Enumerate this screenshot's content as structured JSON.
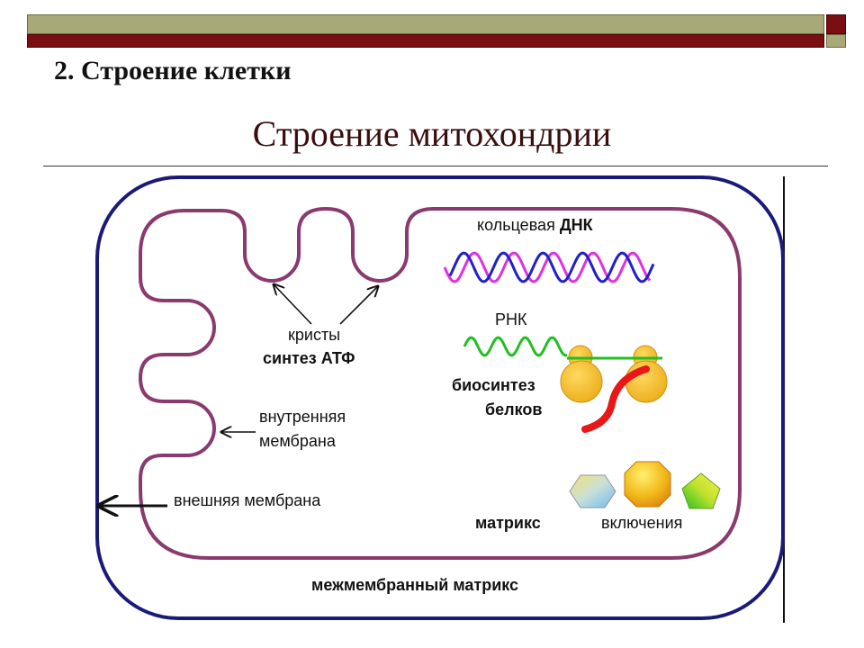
{
  "slide": {
    "heading": "2. Строение клетки",
    "title": "Строение митохондрии"
  },
  "labels": {
    "dna": {
      "prefix": "кольцевая ",
      "bold": "ДНК"
    },
    "rna": "РНК",
    "cristae": "кристы",
    "atp_synthesis": "синтез АТФ",
    "protein_biosynthesis_line1": "биосинтез",
    "protein_biosynthesis_line2": "белков",
    "inner_membrane_line1": "внутренняя",
    "inner_membrane_line2": "мембрана",
    "outer_membrane": "внешняя мембрана",
    "matrix": "матрикс",
    "inclusions": "включения",
    "intermembrane_matrix": "межмембранный матрикс"
  },
  "colors": {
    "theme_olive": "#a8a878",
    "theme_maroon": "#7a0e12",
    "outer_membrane": "#1a1a78",
    "inner_membrane": "#8a3a6e",
    "dna_strand_1": "#e030e0",
    "dna_strand_2": "#2020c8",
    "rna": "#20c020",
    "ribosome": "#f0b818",
    "protein_chain": "#e81818"
  }
}
